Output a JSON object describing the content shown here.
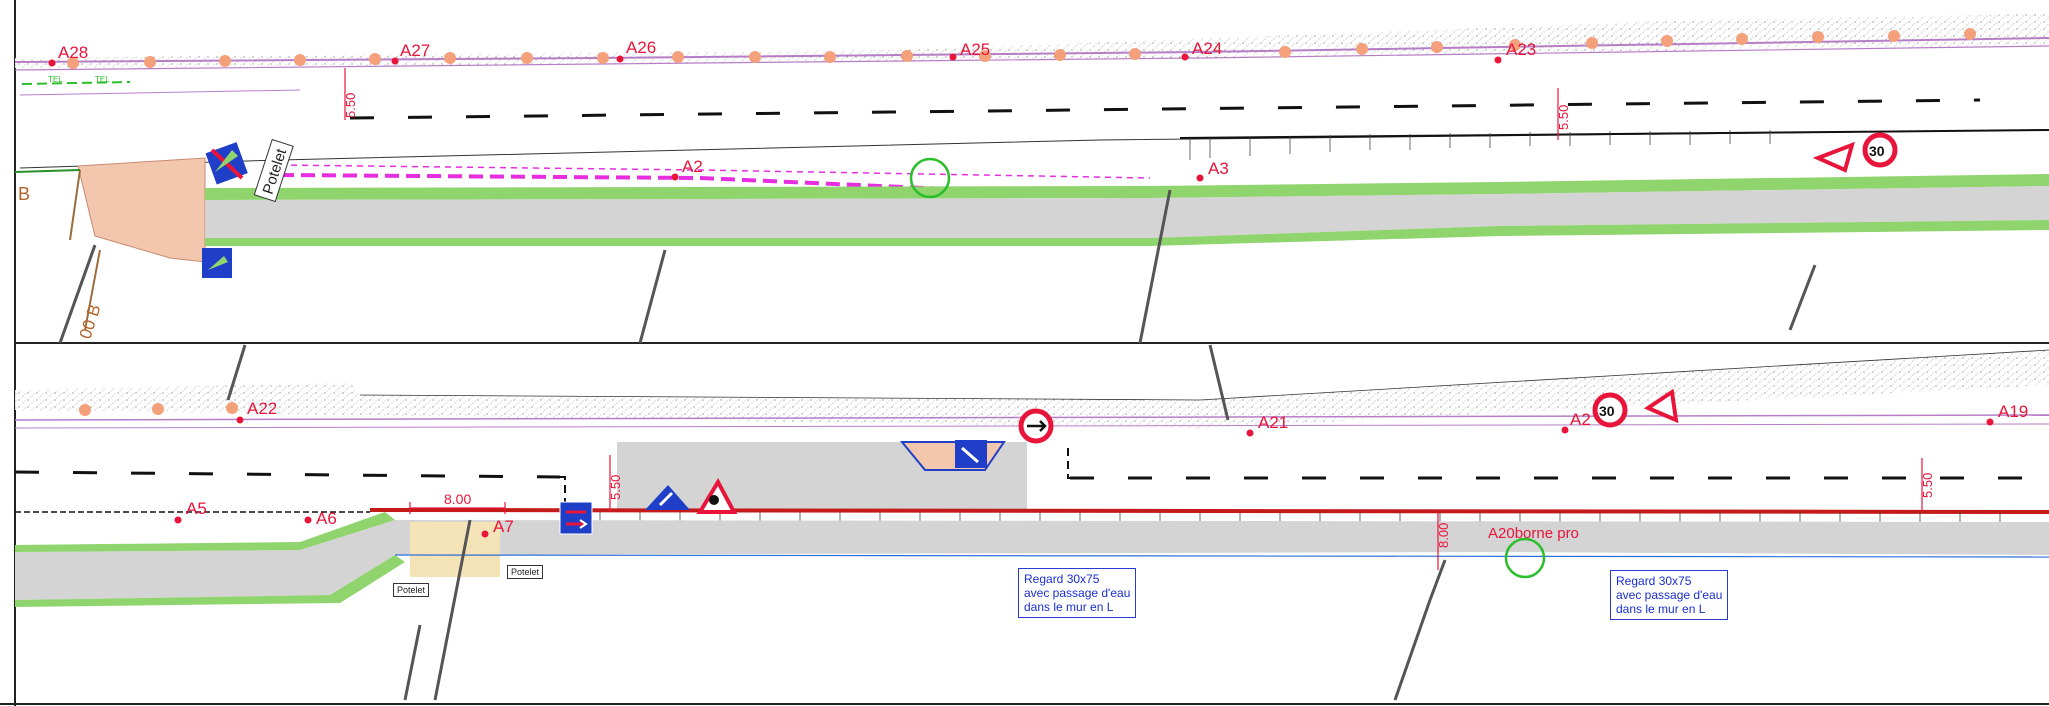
{
  "point_labels": {
    "a28": "A28",
    "a27": "A27",
    "a26": "A26",
    "a25": "A25",
    "a24": "A24",
    "a23": "A23",
    "a2": "A2",
    "a3": "A3",
    "a22": "A22",
    "a21": "A21",
    "a20": "A2",
    "a19": "A19",
    "a5": "A5",
    "a6": "A6",
    "a7": "A7"
  },
  "dimensions": {
    "top_left_550": "5.50",
    "top_right_550": "5.50",
    "bottom_center_550": "5.50",
    "bottom_right_550": "5.50",
    "span_800": "8.00",
    "vertical_800": "8.00"
  },
  "top_labels": {
    "potelet": "Potelet",
    "left_b": "B",
    "left_00b": "00 B",
    "tel_1": "TEL",
    "tel_2": "TEL"
  },
  "bottom_labels": {
    "potelet_left": "Potelet",
    "potelet_right": "Potelet",
    "red_overlap": "A20borne pro"
  },
  "callouts": {
    "regard_1": [
      "Regard 30x75",
      "avec passage d'eau",
      "dans le mur en L"
    ],
    "regard_2": [
      "Regard 30x75",
      "avec passage d'eau",
      "dans le mur en L"
    ]
  },
  "signs": {
    "speed_1": "30",
    "speed_2": "30"
  },
  "colors": {
    "point_red": "#e8143a",
    "marker_orange": "#f4a07a",
    "road_gray": "#d4d4d4",
    "verge_green": "#8fd46c",
    "parcel_pink": "#f2c7ad",
    "sign_blue": "#1f3fc8",
    "dash_magenta": "#e62de0",
    "lane_black": "#111111",
    "plan_purple": "#b67ec6",
    "callout_blue": "#1a2fd0"
  },
  "icons": [
    "speed-limit-sign-icon",
    "warning-triangle-icon",
    "no-entry-sign-icon",
    "direction-arrow-sign-icon",
    "priority-sign-icon"
  ]
}
